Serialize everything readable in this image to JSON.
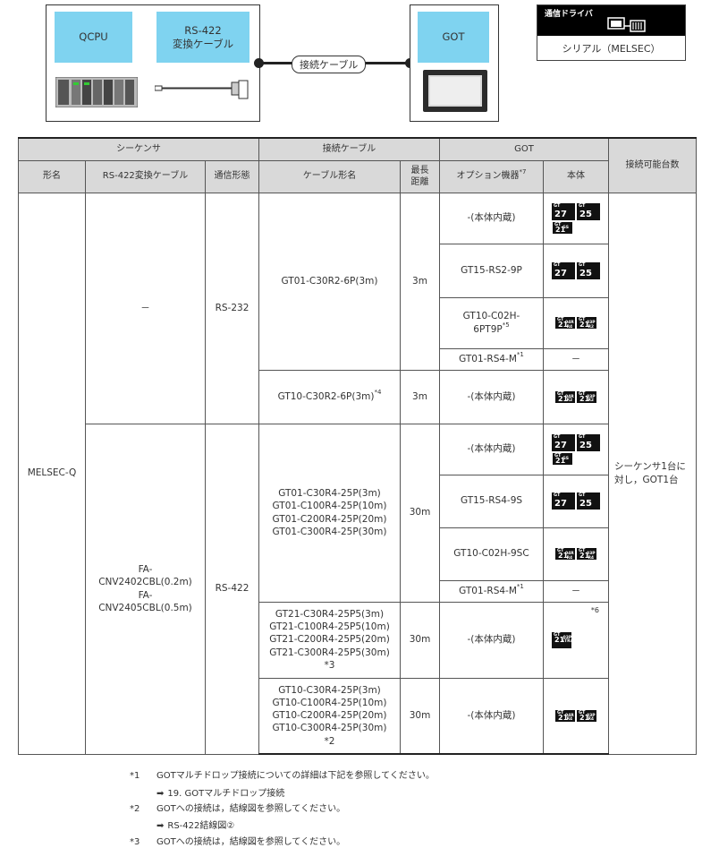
{
  "diagram": {
    "plc_label": "QCPU",
    "cable_label": "RS-422\n変換ケーブル",
    "connection_label": "接続ケーブル",
    "got_label": "GOT",
    "driver_title": "通信ドライバ",
    "driver_name": "シリアル（MELSEC）"
  },
  "table": {
    "group_headers": {
      "sequencer": "シーケンサ",
      "cable": "接続ケーブル",
      "got": "GOT",
      "count": "接続可能台数"
    },
    "sub_headers": {
      "model": "形名",
      "conv_cable": "RS-422変換ケーブル",
      "comm": "通信形態",
      "cable_model": "ケーブル形名",
      "max_dist": "最長\n距離",
      "option": "オプション機器",
      "option_note": "*7",
      "body": "本体"
    },
    "model": "MELSEC-Q",
    "count_text": "シーケンサ1台に\n対し，GOT1台",
    "conv_a": "－",
    "conv_b": "FA-\nCNV2402CBL(0.2m)\nFA-\nCNV2405CBL(0.5m)",
    "comm_a": "RS-232",
    "comm_b": "RS-422",
    "cables": [
      {
        "name": "GT01-C30R2-6P(3m)",
        "note": "",
        "dist": "3m"
      },
      {
        "name": "GT10-C30R2-6P(3m)",
        "note": "*4",
        "dist": "3m"
      },
      {
        "name": "GT01-C30R4-25P(3m)\nGT01-C100R4-25P(10m)\nGT01-C200R4-25P(20m)\nGT01-C300R4-25P(30m)",
        "note": "",
        "dist": "30m"
      },
      {
        "name": "GT21-C30R4-25P5(3m)\nGT21-C100R4-25P5(10m)\nGT21-C200R4-25P5(20m)\nGT21-C300R4-25P5(30m)\n*3",
        "note": "",
        "dist": "30m"
      },
      {
        "name": "GT10-C30R4-25P(3m)\nGT10-C100R4-25P(10m)\nGT10-C200R4-25P(20m)\nGT10-C300R4-25P(30m)\n*2",
        "note": "",
        "dist": "30m"
      }
    ],
    "options": [
      {
        "text": "-(本体内蔵)",
        "note": ""
      },
      {
        "text": "GT15-RS2-9P",
        "note": ""
      },
      {
        "text": "GT10-C02H-\n6PT9P",
        "note": "*5"
      },
      {
        "text": "GT01-RS4-M",
        "note": "*1"
      },
      {
        "text": "-(本体内蔵)",
        "note": ""
      },
      {
        "text": "-(本体内蔵)",
        "note": ""
      },
      {
        "text": "GT15-RS4-9S",
        "note": ""
      },
      {
        "text": "GT10-C02H-9SC",
        "note": ""
      },
      {
        "text": "GT01-RS4-M",
        "note": "*1"
      },
      {
        "text": "-(本体内蔵)",
        "note": ""
      },
      {
        "text": "-(本体内蔵)",
        "note": ""
      }
    ],
    "body_dash": "－",
    "body_note": "*6",
    "icons": {
      "gt27": {
        "gt": "GT",
        "num": "27",
        "sub": ""
      },
      "gt25": {
        "gt": "GT",
        "num": "25",
        "sub": ""
      },
      "gt21_ngs": {
        "gt": "GT",
        "num": "21",
        "sub": "GS"
      },
      "gt21_04r": {
        "gt": "GT",
        "num": "21",
        "sub": "04R\nR4"
      },
      "gt21_03p_r4": {
        "gt": "GT",
        "num": "21",
        "sub": "03P\nR4"
      },
      "gt21_03p_r2": {
        "gt": "GT",
        "num": "21",
        "sub": "03P\nR2"
      },
      "gt21_04r_r2": {
        "gt": "GT",
        "num": "21",
        "sub": "04R\nR2"
      },
      "gt21_etr4": {
        "gt": "GT",
        "num": "21",
        "sub": "03P\nETR4"
      }
    }
  },
  "footnotes": [
    {
      "mark": "*1",
      "text": "GOTマルチドロップ接続についての詳細は下記を参照してください。"
    },
    {
      "mark": "",
      "text": "19. GOTマルチドロップ接続"
    },
    {
      "mark": "*2",
      "text": "GOTへの接続は，結線図を参照してください。"
    },
    {
      "mark": "",
      "text": "RS-422結線図②"
    },
    {
      "mark": "*3",
      "text": "GOTへの接続は，結線図を参照してください。"
    }
  ]
}
